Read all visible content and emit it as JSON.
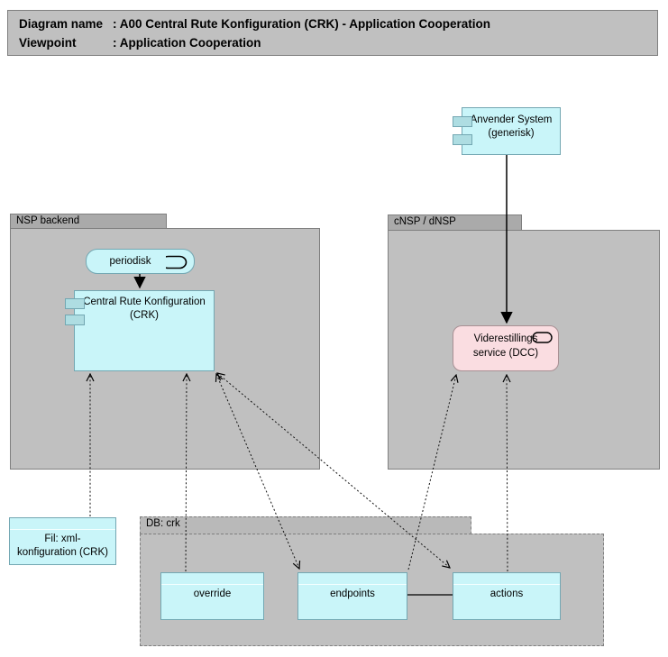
{
  "title_block": {
    "row1_label": "Diagram name",
    "row1_value": ": A00 Central Rute Konfiguration (CRK) - Application Cooperation",
    "row2_label": "Viewpoint",
    "row2_value": ": Application Cooperation"
  },
  "packages": {
    "nsp_backend": {
      "label": "NSP backend"
    },
    "cnsp_dnsp": {
      "label": "cNSP / dNSP"
    },
    "db_crk": {
      "label": "DB: crk"
    }
  },
  "nodes": {
    "anvender_system": {
      "line1": "Anvender System",
      "line2": "(generisk)"
    },
    "periodisk": {
      "label": "periodisk",
      "icon": "application-event-icon"
    },
    "crk": {
      "line1": "Central Rute Konfiguration",
      "line2": "(CRK)"
    },
    "dcc": {
      "line1": "Viderestillings",
      "line2": "service (DCC)",
      "icon": "application-service-icon"
    },
    "fil_xml": {
      "line1": "Fil: xml-",
      "line2": "konfiguration (CRK)"
    },
    "override": {
      "label": "override"
    },
    "endpoints": {
      "label": "endpoints"
    },
    "actions": {
      "label": "actions"
    }
  },
  "colors": {
    "node_cyan_fill": "#c9f5f9",
    "node_cyan_border": "#73a7b2",
    "component_tab_fill": "#aedde2",
    "dcc_pink_fill": "#fadde1",
    "dcc_pink_border": "#a89094",
    "package_body_gray": "#c0c0c0",
    "package_tab_gray": "#aaaaaa",
    "package_border_gray": "#7f7f7f",
    "connector_black": "#000000"
  }
}
